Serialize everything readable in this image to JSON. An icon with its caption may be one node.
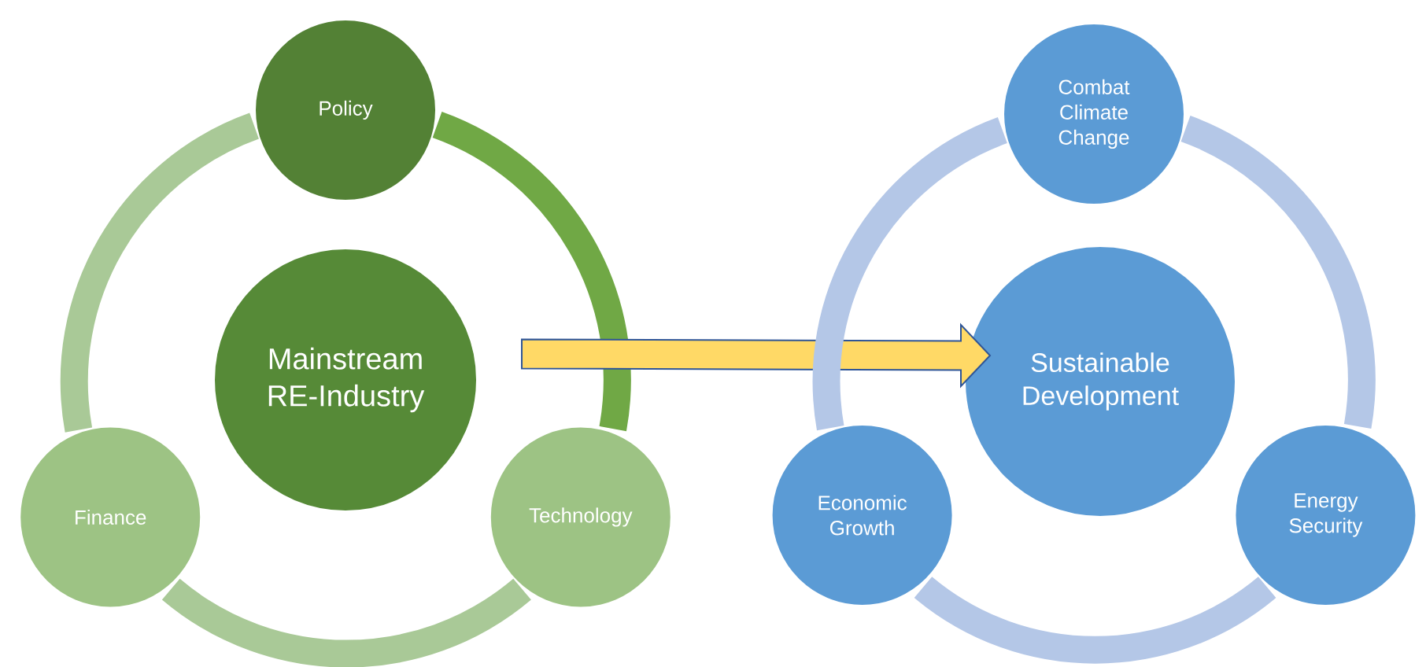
{
  "diagram": {
    "nodes": [
      {
        "text": [
          "Policy"
        ]
      },
      {
        "text": [
          "Mainstream RE-Industry"
        ]
      },
      {
        "text": [
          "Finance"
        ]
      },
      {
        "text": [
          "Technology"
        ]
      },
      {
        "text": [
          "Combat Climate Change"
        ]
      },
      {
        "text": [
          "Sustainable Development"
        ]
      },
      {
        "text": [
          "Economic Growth"
        ]
      },
      {
        "text": [
          "Energy Security"
        ]
      }
    ],
    "edges": [
      {
        "from": 0,
        "to": 3,
        "arrow": "none",
        "color": "#70a845"
      },
      {
        "from": 3,
        "to": 2,
        "arrow": "none",
        "color": "#a9c997"
      },
      {
        "from": 2,
        "to": 0,
        "arrow": "none",
        "color": "#a9c997"
      },
      {
        "from": 1,
        "to": 5,
        "arrow": "to"
      },
      {
        "from": 4,
        "to": 7,
        "arrow": "none",
        "color": "#b4c7e7"
      },
      {
        "from": 7,
        "to": 6,
        "arrow": "none",
        "color": "#b4c7e7"
      },
      {
        "from": 6,
        "to": 4,
        "arrow": "none",
        "color": "#b4c7e7"
      }
    ]
  }
}
